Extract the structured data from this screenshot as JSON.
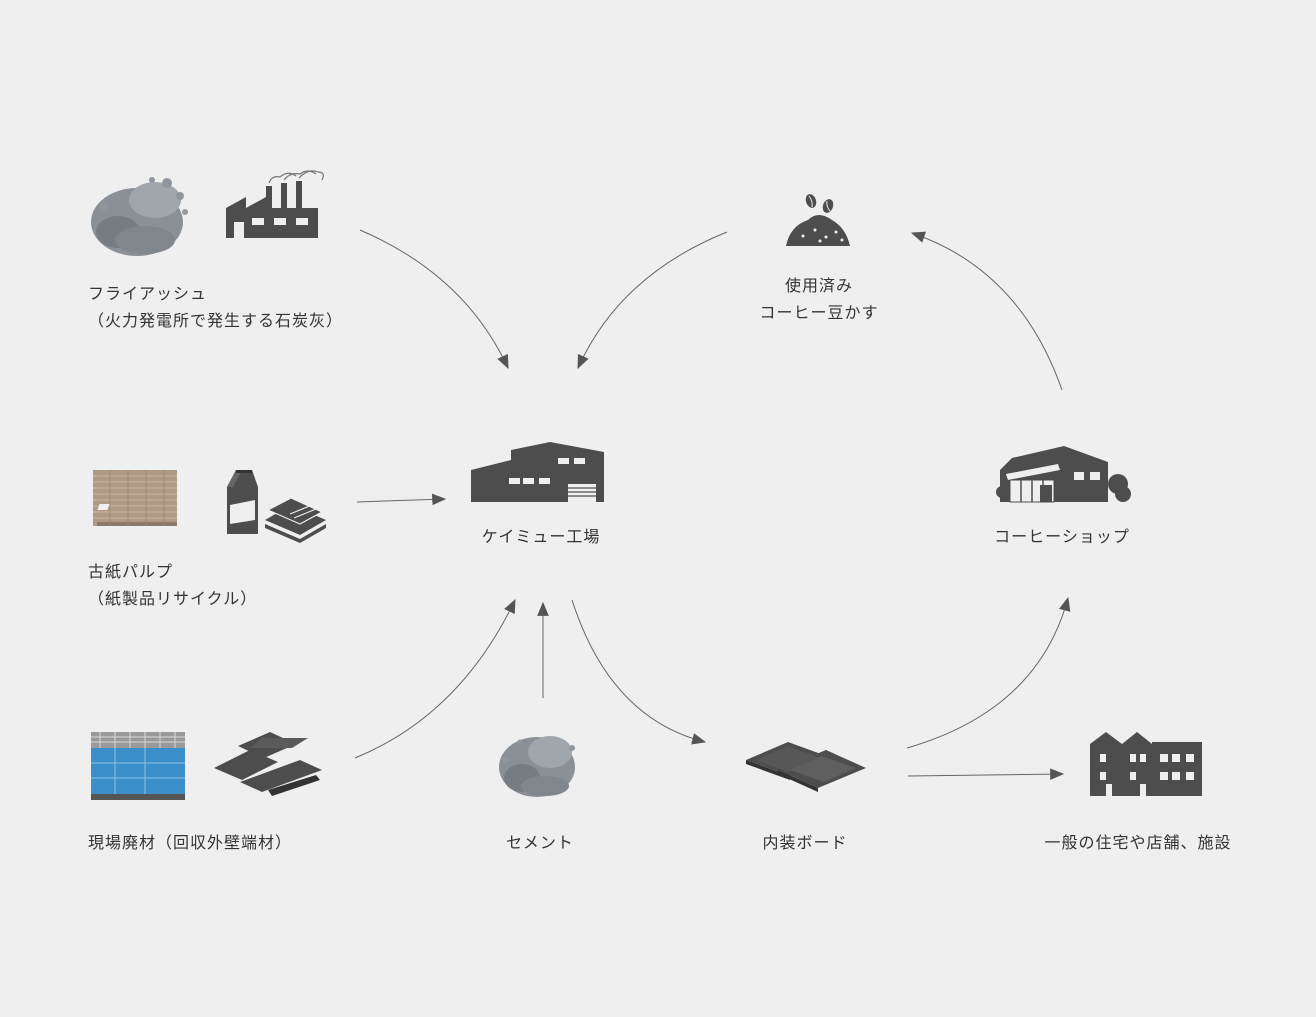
{
  "nodes": {
    "fly_ash": {
      "line1": "フライアッシュ",
      "line2": "（火力発電所で発生する石炭灰）"
    },
    "paper_pulp": {
      "line1": "古紙パルプ",
      "line2": "（紙製品リサイクル）"
    },
    "site_waste": {
      "line1": "現場廃材（回収外壁端材）"
    },
    "cement": {
      "line1": "セメント"
    },
    "factory": {
      "line1": "ケイミュー工場"
    },
    "coffee_grounds": {
      "line1": "使用済み",
      "line2": "コーヒー豆かす"
    },
    "coffee_shop": {
      "line1": "コーヒーショップ"
    },
    "board": {
      "line1": "内装ボード"
    },
    "buildings": {
      "line1": "一般の住宅や店舗、施設"
    }
  },
  "colors": {
    "icon": "#4d4d4d",
    "arrow": "#5a5a5a",
    "powder": "#8a9096",
    "pulp": "#b09a86",
    "container": "#3a8fc8"
  }
}
